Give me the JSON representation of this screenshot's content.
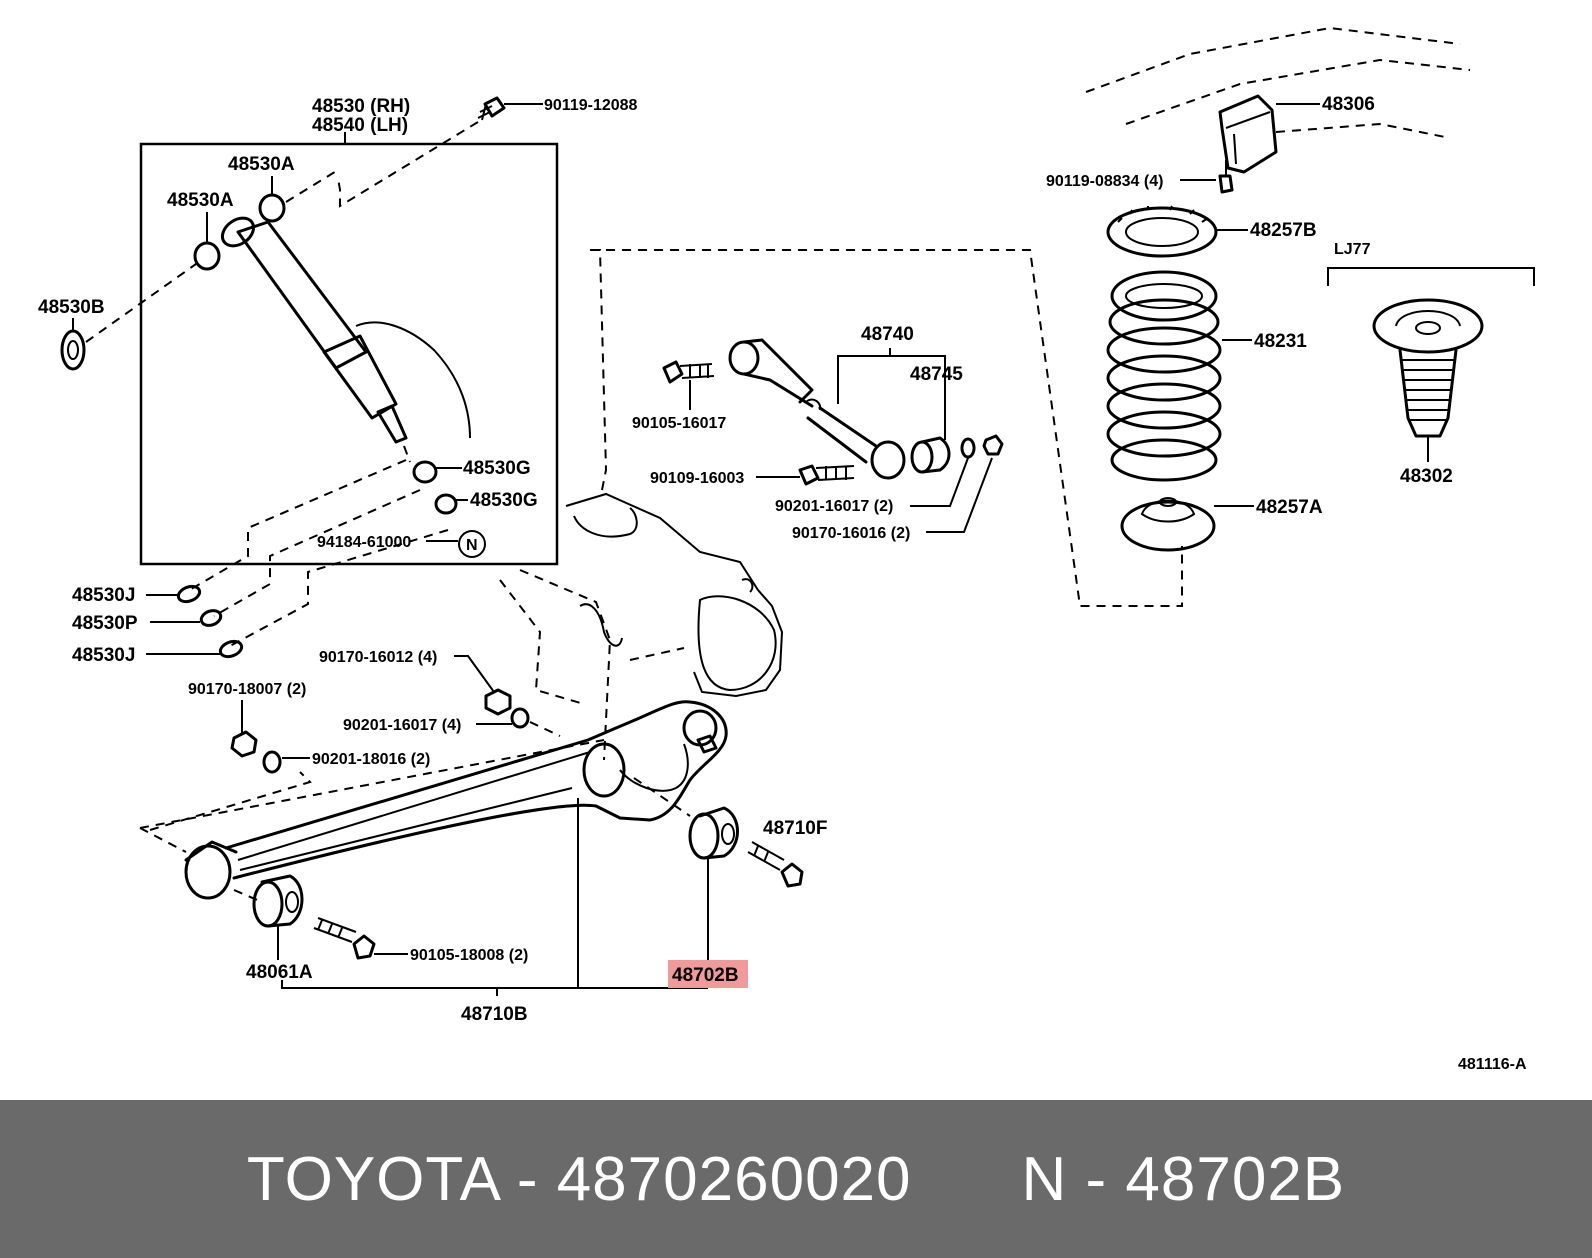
{
  "diagram": {
    "labels": {
      "shock_rh": "48530 (RH)",
      "shock_lh": "48540 (LH)",
      "bolt_top": "90119-12088",
      "cushion_a_top": "48530A",
      "cushion_a_left": "48530A",
      "washer_b": "48530B",
      "cushion_g1": "48530G",
      "cushion_g2": "48530G",
      "nut_94184": "94184-61000",
      "n_mark": "N",
      "washer_j1": "48530J",
      "washer_p": "48530P",
      "washer_j2": "48530J",
      "nut_90170_16012": "90170-16012 (4)",
      "nut_90170_18007": "90170-18007 (2)",
      "washer_90201_16017b": "90201-16017 (4)",
      "washer_90201_18016": "90201-18016 (2)",
      "bushing_48710f": "48710F",
      "bushing_48061a": "48061A",
      "bolt_90105_18008": "90105-18008 (2)",
      "bushing_48702b": "48702B",
      "arm_48710b": "48710B",
      "rod_48740": "48740",
      "bushing_48745": "48745",
      "bolt_90105_16017": "90105-16017",
      "bolt_90109_16003": "90109-16003",
      "washer_90201_16017": "90201-16017 (2)",
      "nut_90170_16016": "90170-16016 (2)",
      "bracket_48306": "48306",
      "bolt_90119_08834": "90119-08834 (4)",
      "insulator_48257b": "48257B",
      "variant_lj77": "LJ77",
      "spring_48231": "48231",
      "bumper_48302": "48302",
      "insulator_48257a": "48257A",
      "figure_id": "481116-A"
    },
    "highlight_color": "#f19a9a"
  },
  "footer": {
    "brand_part": "TOYOTA - 4870260020",
    "ref": "N - 48702B",
    "background": "#6a6a6a"
  }
}
